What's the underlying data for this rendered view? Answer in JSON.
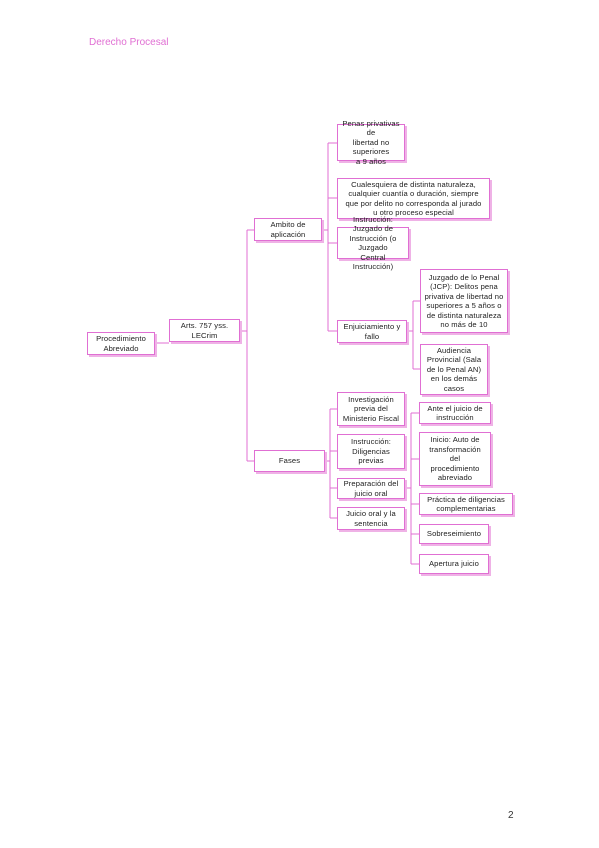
{
  "header": {
    "title": "Derecho Procesal"
  },
  "footer": {
    "page_number": "2"
  },
  "colors": {
    "accent": "#e06fd3",
    "shadow": "#efb2e6",
    "line": "#e06fd3"
  },
  "diagram": {
    "root": "Procedimiento\nAbreviado",
    "arts": "Arts. 757 yss.\nLECrim",
    "ambito": "Ambito de\naplicación",
    "fases": "Fases",
    "penas": "Penas privativas de\nlibertad no superiores\na 9 años",
    "cualesquiera": "Cualesquiera de distinta naturaleza,\ncualquier cuantía o duración, siempre\nque por delito no corresponda al jurado\nu otro proceso especial",
    "instruccion_juzgado": "Instrucción: Juzgado de\nInstrucción (o Juzgado\nCentral Instrucción)",
    "enjuiciamiento": "Enjuiciamiento y\nfallo",
    "jcp": "Juzgado de lo Penal\n(JCP): Delitos pena\nprivativa de libertad no\nsuperiores a 5 años o\nde distinta naturaleza\nno más de 10",
    "audiencia": "Audiencia\nProvincial (Sala\nde lo Penal AN)\nen los demás\ncasos",
    "investigacion": "Investigación\nprevia del\nMinisterio Fiscal",
    "instruccion_diligencias": "Instrucción:\nDiligencias\nprevias",
    "preparacion": "Preparación del\njuicio oral",
    "juicio_oral_sentencia": "Juicio oral y la\nsentencia",
    "ante_juicio": "Ante el juicio de\ninstrucción",
    "inicio_auto": "Inicio: Auto de\ntransformación\ndel\nprocedimiento\nabreviado",
    "practica": "Práctica de diligencias\ncomplementarias",
    "sobreseimiento": "Sobreseimiento",
    "apertura": "Apertura juicio"
  }
}
